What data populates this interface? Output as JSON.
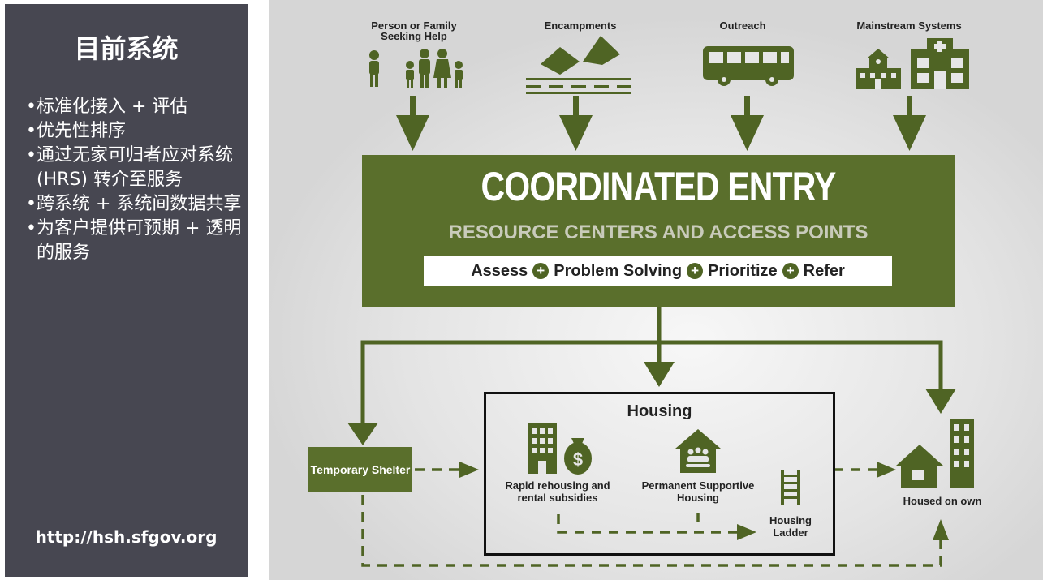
{
  "sidebar": {
    "title": "目前系统",
    "items": [
      "标准化接入 + 评估",
      "优先性排序",
      "通过无家可归者应对系统 (HRS) 转介至服务",
      "跨系统 + 系统间数据共享",
      "为客户提供可预期 + 透明的服务"
    ],
    "url": "http://hsh.sfgov.org"
  },
  "sources": {
    "person": "Person or Family Seeking Help",
    "encampments": "Encampments",
    "outreach": "Outreach",
    "mainstream": "Mainstream Systems"
  },
  "coordinated_entry": {
    "title": "COORDINATED ENTRY",
    "subtitle": "RESOURCE CENTERS AND ACCESS POINTS",
    "steps": [
      "Assess",
      "Problem Solving",
      "Prioritize",
      "Refer"
    ]
  },
  "housing": {
    "title": "Housing",
    "rapid": "Rapid rehousing and rental subsidies",
    "psh": "Permanent Supportive Housing",
    "ladder": "Housing Ladder"
  },
  "temporary_shelter": "Temporary Shelter",
  "housed_on_own": "Housed on own",
  "colors": {
    "green": "#5a6f2c",
    "sidebar": "#474751"
  }
}
